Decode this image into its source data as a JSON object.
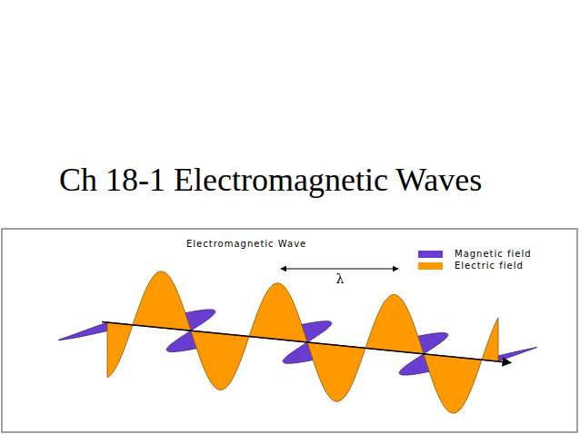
{
  "diagram": {
    "title": "Ch 18-1 Electromagnetic Waves",
    "labels": [
      "Electromagnetic Wave",
      "λ"
    ],
    "legend": [
      {
        "text": "Magnetic field",
        "color": "#6a3dd1"
      },
      {
        "text": "Electric field",
        "color": "#ff9900"
      }
    ]
  }
}
